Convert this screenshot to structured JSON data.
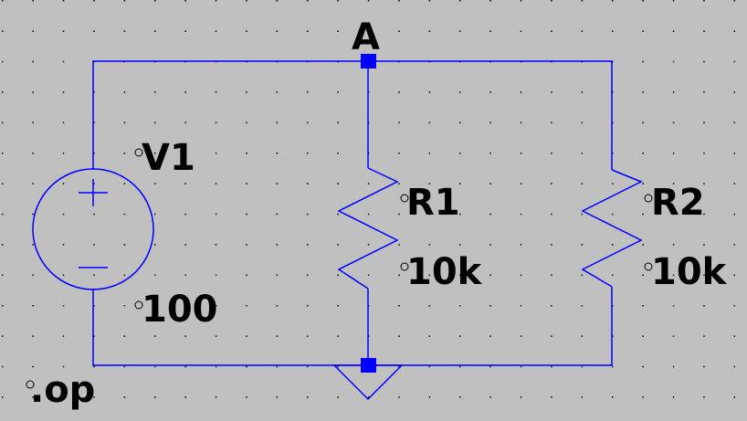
{
  "schematic": {
    "net_label": "A",
    "components": {
      "source": {
        "name": "V1",
        "value": "100"
      },
      "r1": {
        "name": "R1",
        "value": "10k"
      },
      "r2": {
        "name": "R2",
        "value": "10k"
      }
    },
    "directive": ".op"
  },
  "colors": {
    "background": "#c0c0c0",
    "wire": "#0000ff",
    "junction": "#0000ff",
    "text": "#000000",
    "grid": "#000000"
  }
}
